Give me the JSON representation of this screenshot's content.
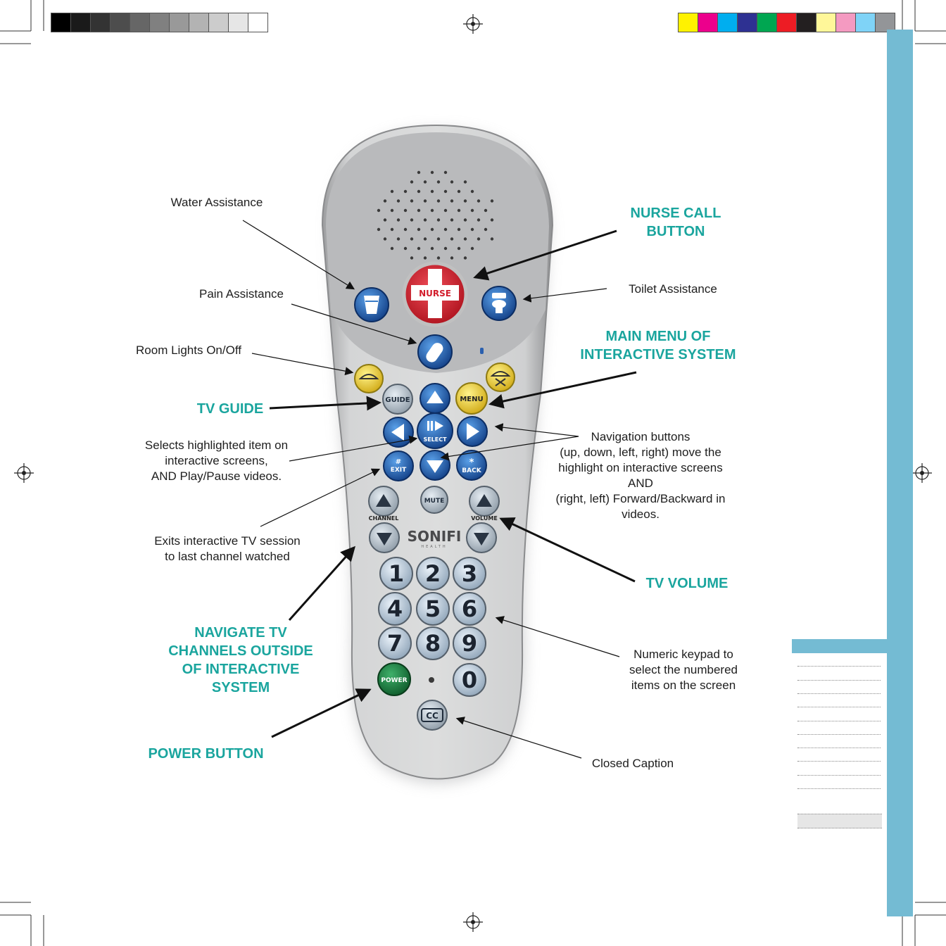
{
  "colors": {
    "accent_teal": "#1aa59e",
    "sidebar_blue": "#74bbd3",
    "nurse_red": "#d52b3a",
    "power_green": "#1d7a3f",
    "menu_yellow": "#f1d53a",
    "nav_blue": "#1d5fae",
    "remote_silver": "#c9cacb"
  },
  "callouts": {
    "water": "Water Assistance",
    "nurse_call": "NURSE CALL\nBUTTON",
    "toilet": "Toilet Assistance",
    "pain": "Pain Assistance",
    "room_lights": "Room Lights On/Off",
    "main_menu": "MAIN MENU OF\nINTERACTIVE SYSTEM",
    "tv_guide": "TV GUIDE",
    "selects": "Selects highlighted item on\ninteractive screens,\nAND Play/Pause videos.",
    "navigation": "Navigation buttons\n(up, down, left, right) move the\nhighlight on interactive screens\nAND\n(right, left) Forward/Backward in\nvideos.",
    "exits": "Exits interactive TV session\nto last channel watched",
    "tv_volume": "TV VOLUME",
    "navigate_channels": "NAVIGATE TV\nCHANNELS OUTSIDE\nOF INTERACTIVE\nSYSTEM",
    "numeric": "Numeric keypad to\nselect the numbered\nitems on the screen",
    "power": "POWER BUTTON",
    "closed_caption": "Closed Caption"
  },
  "remote": {
    "brand": "SONIFI",
    "brand_sub": "HEALTH",
    "nurse": "NURSE",
    "guide": "GUIDE",
    "menu": "MENU",
    "select": "SELECT",
    "exit": "EXIT",
    "exit_symbol": "#",
    "back": "BACK",
    "back_symbol": "*",
    "mute": "MUTE",
    "channel": "CHANNEL",
    "volume": "VOLUME",
    "power": "POWER",
    "cc": "CC",
    "digits": [
      "1",
      "2",
      "3",
      "4",
      "5",
      "6",
      "7",
      "8",
      "9",
      "0"
    ]
  },
  "icons": [
    "water-cup-icon",
    "toilet-icon",
    "pill-icon",
    "room-light-icon",
    "nurse-cross-icon",
    "registration-mark-icon",
    "speaker-grille-icon"
  ]
}
